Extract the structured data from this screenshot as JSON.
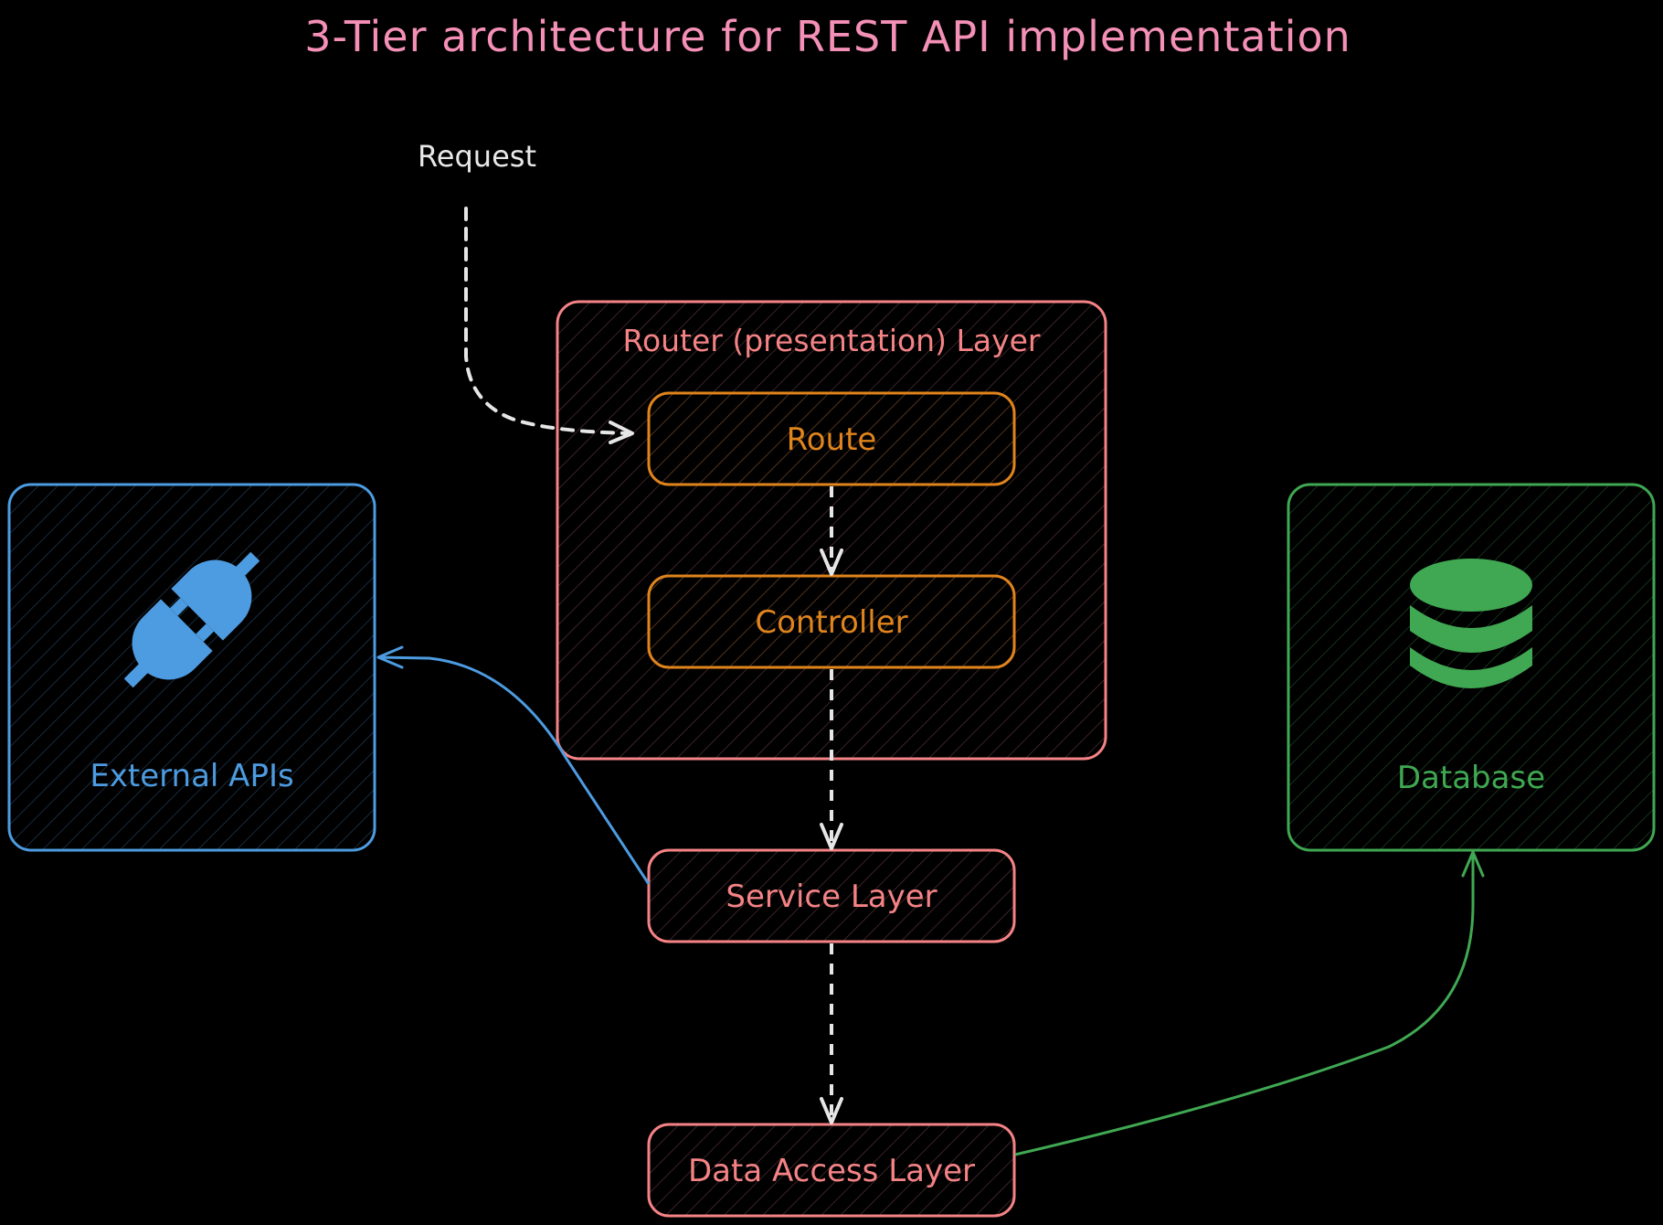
{
  "title": "3-Tier architecture for REST API implementation",
  "colors": {
    "background": "#000000",
    "title": "#f48fb6",
    "tier": "#f58386",
    "inner": "#e0841c",
    "external": "#4d9be0",
    "database": "#40a852",
    "flow": "#e6e6e6"
  },
  "nodes": {
    "request": {
      "label": "Request"
    },
    "router_layer": {
      "label": "Router (presentation) Layer"
    },
    "route": {
      "label": "Route"
    },
    "controller": {
      "label": "Controller"
    },
    "service_layer": {
      "label": "Service Layer"
    },
    "data_access_layer": {
      "label": "Data Access Layer"
    },
    "external_apis": {
      "label": "External APIs",
      "icon": "plug-icon"
    },
    "database": {
      "label": "Database",
      "icon": "database-icon"
    }
  },
  "edges": [
    {
      "from": "Request",
      "to": "Route",
      "style": "dashed"
    },
    {
      "from": "Route",
      "to": "Controller",
      "style": "dashed"
    },
    {
      "from": "Controller",
      "to": "Service Layer",
      "style": "dashed"
    },
    {
      "from": "Service Layer",
      "to": "Data Access Layer",
      "style": "dashed"
    },
    {
      "from": "Service Layer",
      "to": "External APIs",
      "style": "solid"
    },
    {
      "from": "Data Access Layer",
      "to": "Database",
      "style": "solid"
    }
  ]
}
